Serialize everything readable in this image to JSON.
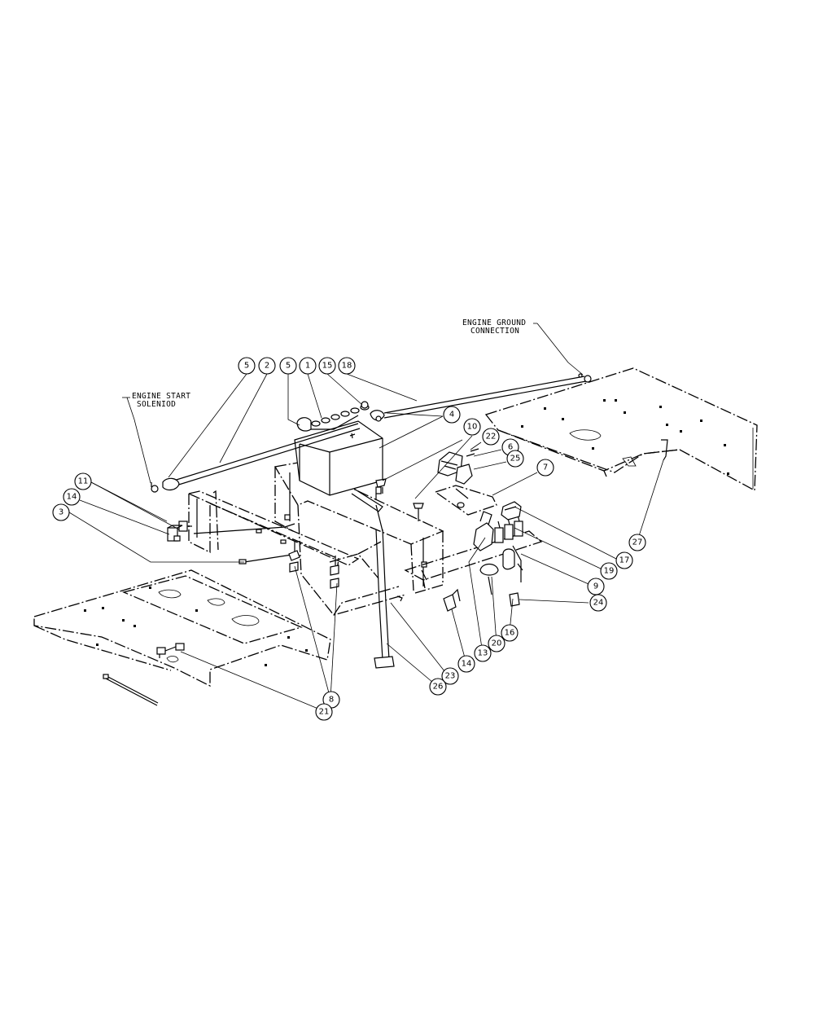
{
  "callouts": {
    "label_engine_ground_1": "ENGINE GROUND",
    "label_engine_ground_2": "CONNECTION",
    "label_engine_start_1": "ENGINE START",
    "label_engine_start_2": "SOLENIOD"
  },
  "part_numbers": {
    "b5a": "5",
    "b2": "2",
    "b5b": "5",
    "b1": "1",
    "b15": "15",
    "b18": "18",
    "b4": "4",
    "b10": "10",
    "b22": "22",
    "b6": "6",
    "b25": "25",
    "b7": "7",
    "b11": "11",
    "b14a": "14",
    "b3": "3",
    "b17": "17",
    "b27": "27",
    "b19": "19",
    "b9": "9",
    "b24": "24",
    "b16": "16",
    "b20": "20",
    "b13": "13",
    "b14b": "14",
    "b23": "23",
    "b26": "26",
    "b8": "8",
    "b21": "21"
  }
}
